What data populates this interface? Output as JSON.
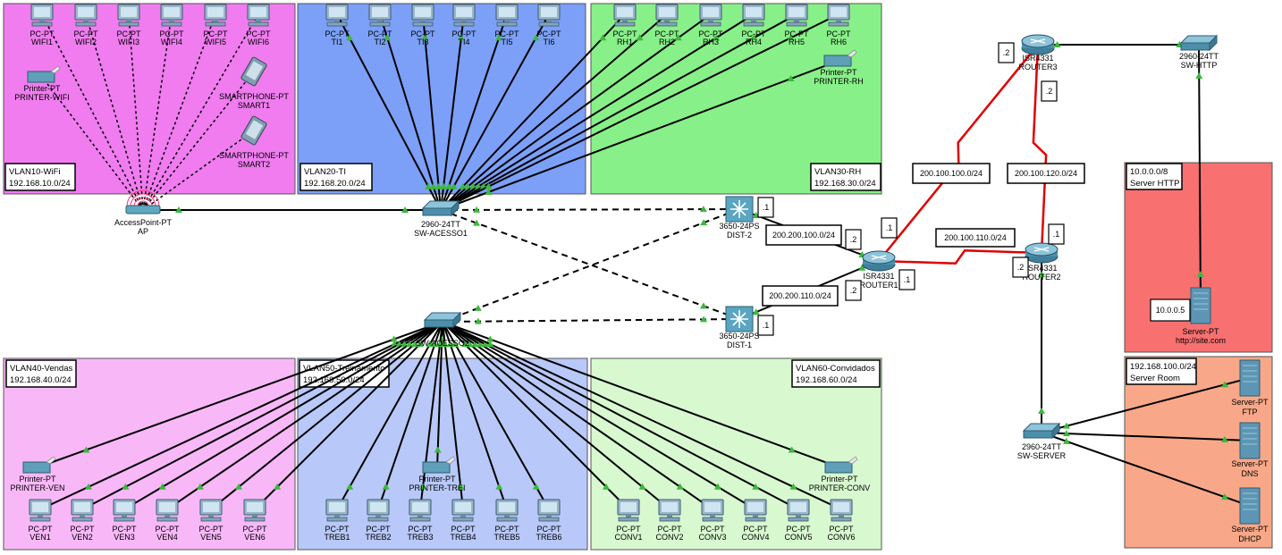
{
  "colors": {
    "vlan10": "#f07cf0",
    "vlan20": "#7ca0f8",
    "vlan30": "#88f088",
    "vlan40": "#f8b8f8",
    "vlan50": "#b8c8f8",
    "vlan60": "#d8f8d0",
    "http_zone": "#f87070",
    "server_zone": "#f8a888",
    "wan_link": "#e00000",
    "link": "#000000",
    "port_led": "#3cb83c"
  },
  "zones": [
    {
      "id": "vlan10",
      "title": "VLAN10-WiFi",
      "subnet": "192.168.10.0/24"
    },
    {
      "id": "vlan20",
      "title": "VLAN20-TI",
      "subnet": "192.168.20.0/24"
    },
    {
      "id": "vlan30",
      "title": "VLAN30-RH",
      "subnet": "192.168.30.0/24"
    },
    {
      "id": "vlan40",
      "title": "VLAN40-Vendas",
      "subnet": "192.168.40.0/24"
    },
    {
      "id": "vlan50",
      "title": "VLAN50-Treinamento",
      "subnet": "192.168.50.0/24"
    },
    {
      "id": "vlan60",
      "title": "VLAN60-Convidados",
      "subnet": "192.168.60.0/24"
    },
    {
      "id": "http",
      "title": "10.0.0.0/8",
      "subnet": "Server HTTP"
    },
    {
      "id": "server",
      "title": "192.168.100.0/24",
      "subnet": "Server Room"
    }
  ],
  "devices": [
    {
      "id": "wifi1",
      "type": "pc",
      "model": "PC-PT",
      "name": "WIFI1"
    },
    {
      "id": "wifi2",
      "type": "pc",
      "model": "PC-PT",
      "name": "WIFI2"
    },
    {
      "id": "wifi3",
      "type": "pc",
      "model": "PC-PT",
      "name": "WIFI3"
    },
    {
      "id": "wifi4",
      "type": "pc",
      "model": "PC-PT",
      "name": "WIFI4"
    },
    {
      "id": "wifi5",
      "type": "pc",
      "model": "PC-PT",
      "name": "WIFI5"
    },
    {
      "id": "wifi6",
      "type": "pc",
      "model": "PC-PT",
      "name": "WIFI6"
    },
    {
      "id": "printer_wifi",
      "type": "printer",
      "model": "Printer-PT",
      "name": "PRINTER-WIFI"
    },
    {
      "id": "smart1",
      "type": "phone",
      "model": "SMARTPHONE-PT",
      "name": "SMART1"
    },
    {
      "id": "smart2",
      "type": "phone",
      "model": "SMARTPHONE-PT",
      "name": "SMART2"
    },
    {
      "id": "ap",
      "type": "ap",
      "model": "AccessPoint-PT",
      "name": "AP"
    },
    {
      "id": "ti1",
      "type": "pc",
      "model": "PC-PT",
      "name": "TI1"
    },
    {
      "id": "ti2",
      "type": "pc",
      "model": "PC-PT",
      "name": "TI2"
    },
    {
      "id": "ti3",
      "type": "pc",
      "model": "PC-PT",
      "name": "TI3"
    },
    {
      "id": "ti4",
      "type": "pc",
      "model": "PC-PT",
      "name": "TI4"
    },
    {
      "id": "ti5",
      "type": "pc",
      "model": "PC-PT",
      "name": "TI5"
    },
    {
      "id": "ti6",
      "type": "pc",
      "model": "PC-PT",
      "name": "TI6"
    },
    {
      "id": "rh1",
      "type": "pc",
      "model": "PC-PT",
      "name": "RH1"
    },
    {
      "id": "rh2",
      "type": "pc",
      "model": "PC-PT",
      "name": "RH2"
    },
    {
      "id": "rh3",
      "type": "pc",
      "model": "PC-PT",
      "name": "RH3"
    },
    {
      "id": "rh4",
      "type": "pc",
      "model": "PC-PT",
      "name": "RH4"
    },
    {
      "id": "rh5",
      "type": "pc",
      "model": "PC-PT",
      "name": "RH5"
    },
    {
      "id": "rh6",
      "type": "pc",
      "model": "PC-PT",
      "name": "RH6"
    },
    {
      "id": "printer_rh",
      "type": "printer",
      "model": "Printer-PT",
      "name": "PRINTER-RH"
    },
    {
      "id": "sw_acesso1",
      "type": "switch",
      "model": "2960-24TT",
      "name": "SW-ACESSO1"
    },
    {
      "id": "sw_acesso2",
      "type": "switch",
      "model": "",
      "name": "SW-ACESSO2"
    },
    {
      "id": "dist2",
      "type": "l3switch",
      "model": "3650-24PS",
      "name": "DIST-2"
    },
    {
      "id": "dist1",
      "type": "l3switch",
      "model": "3650-24PS",
      "name": "DIST-1"
    },
    {
      "id": "router1",
      "type": "router",
      "model": "ISR4331",
      "name": "ROUTER1"
    },
    {
      "id": "router2",
      "type": "router",
      "model": "ISR4331",
      "name": "ROUTER2"
    },
    {
      "id": "router3",
      "type": "router",
      "model": "ISR4331",
      "name": "ROUTER3"
    },
    {
      "id": "sw_http",
      "type": "switch",
      "model": "2960-24TT",
      "name": "SW-HTTP"
    },
    {
      "id": "server_http",
      "type": "server",
      "model": "Server-PT",
      "name": "http://site.com"
    },
    {
      "id": "sw_server",
      "type": "switch",
      "model": "2960-24TT",
      "name": "SW-SERVER"
    },
    {
      "id": "ftp",
      "type": "server",
      "model": "Server-PT",
      "name": "FTP"
    },
    {
      "id": "dns",
      "type": "server",
      "model": "Server-PT",
      "name": "DNS"
    },
    {
      "id": "dhcp",
      "type": "server",
      "model": "Server-PT",
      "name": "DHCP"
    },
    {
      "id": "ven1",
      "type": "pc",
      "model": "PC-PT",
      "name": "VEN1"
    },
    {
      "id": "ven2",
      "type": "pc",
      "model": "PC-PT",
      "name": "VEN2"
    },
    {
      "id": "ven3",
      "type": "pc",
      "model": "PC-PT",
      "name": "VEN3"
    },
    {
      "id": "ven4",
      "type": "pc",
      "model": "PC-PT",
      "name": "VEN4"
    },
    {
      "id": "ven5",
      "type": "pc",
      "model": "PC-PT",
      "name": "VEN5"
    },
    {
      "id": "ven6",
      "type": "pc",
      "model": "PC-PT",
      "name": "VEN6"
    },
    {
      "id": "printer_ven",
      "type": "printer",
      "model": "Printer-PT",
      "name": "PRINTER-VEN"
    },
    {
      "id": "treb1",
      "type": "pc",
      "model": "PC-PT",
      "name": "TREB1"
    },
    {
      "id": "treb2",
      "type": "pc",
      "model": "PC-PT",
      "name": "TREB2"
    },
    {
      "id": "treb3",
      "type": "pc",
      "model": "PC-PT",
      "name": "TREB3"
    },
    {
      "id": "treb4",
      "type": "pc",
      "model": "PC-PT",
      "name": "TREB4"
    },
    {
      "id": "treb5",
      "type": "pc",
      "model": "PC-PT",
      "name": "TREB5"
    },
    {
      "id": "treb6",
      "type": "pc",
      "model": "PC-PT",
      "name": "TREB6"
    },
    {
      "id": "printer_trei",
      "type": "printer",
      "model": "Printer-PT",
      "name": "PRINTER-TREI"
    },
    {
      "id": "conv1",
      "type": "pc",
      "model": "PC-PT",
      "name": "CONV1"
    },
    {
      "id": "conv2",
      "type": "pc",
      "model": "PC-PT",
      "name": "CONV2"
    },
    {
      "id": "conv3",
      "type": "pc",
      "model": "PC-PT",
      "name": "CONV3"
    },
    {
      "id": "conv4",
      "type": "pc",
      "model": "PC-PT",
      "name": "CONV4"
    },
    {
      "id": "conv5",
      "type": "pc",
      "model": "PC-PT",
      "name": "CONV5"
    },
    {
      "id": "conv6",
      "type": "pc",
      "model": "PC-PT",
      "name": "CONV6"
    },
    {
      "id": "printer_conv",
      "type": "printer",
      "model": "Printer-PT",
      "name": "PRINTER-CONV"
    }
  ],
  "network_labels": [
    {
      "id": "net_r1_r3",
      "text": "200.100.100.0/24"
    },
    {
      "id": "net_r3_r2",
      "text": "200.100.120.0/24"
    },
    {
      "id": "net_r1_r2",
      "text": "200.100.110.0/24"
    },
    {
      "id": "net_d2_r1",
      "text": "200.200.100.0/24"
    },
    {
      "id": "net_d1_r1",
      "text": "200.200.110.0/24"
    }
  ],
  "ip_tags": [
    {
      "id": "r3_left",
      "text": ".2"
    },
    {
      "id": "r3_down",
      "text": ".2"
    },
    {
      "id": "r1_up",
      "text": ".1"
    },
    {
      "id": "r1_right",
      "text": ".1"
    },
    {
      "id": "r1_d2",
      "text": ".2"
    },
    {
      "id": "r1_d1",
      "text": ".2"
    },
    {
      "id": "d2_tag",
      "text": ".1"
    },
    {
      "id": "d1_tag",
      "text": ".1"
    },
    {
      "id": "r2_up",
      "text": ".1"
    },
    {
      "id": "r2_left",
      "text": ".2"
    },
    {
      "id": "http_srv",
      "text": "10.0.0.5"
    }
  ],
  "links": [
    [
      "ap",
      "sw_acesso1",
      "solid"
    ],
    [
      "sw_acesso1",
      "dist2",
      "dashed"
    ],
    [
      "sw_acesso1",
      "dist1",
      "dashed"
    ],
    [
      "sw_acesso2",
      "dist2",
      "dashed"
    ],
    [
      "sw_acesso2",
      "dist1",
      "dashed"
    ],
    [
      "dist2",
      "router1",
      "solid"
    ],
    [
      "dist1",
      "router1",
      "solid"
    ],
    [
      "router1",
      "router3",
      "wan"
    ],
    [
      "router3",
      "router2",
      "wan"
    ],
    [
      "router1",
      "router2",
      "wan"
    ],
    [
      "router3",
      "sw_http",
      "solid"
    ],
    [
      "sw_http",
      "server_http",
      "solid"
    ],
    [
      "router2",
      "sw_server",
      "solid"
    ],
    [
      "sw_server",
      "ftp",
      "solid"
    ],
    [
      "sw_server",
      "dns",
      "solid"
    ],
    [
      "sw_server",
      "dhcp",
      "solid"
    ],
    [
      "ap",
      "wifi1",
      "wireless"
    ],
    [
      "ap",
      "wifi2",
      "wireless"
    ],
    [
      "ap",
      "wifi3",
      "wireless"
    ],
    [
      "ap",
      "wifi4",
      "wireless"
    ],
    [
      "ap",
      "wifi5",
      "wireless"
    ],
    [
      "ap",
      "wifi6",
      "wireless"
    ],
    [
      "ap",
      "printer_wifi",
      "wireless"
    ],
    [
      "ap",
      "smart1",
      "wireless"
    ],
    [
      "ap",
      "smart2",
      "wireless"
    ],
    [
      "sw_acesso1",
      "ti1",
      "solid"
    ],
    [
      "sw_acesso1",
      "ti2",
      "solid"
    ],
    [
      "sw_acesso1",
      "ti3",
      "solid"
    ],
    [
      "sw_acesso1",
      "ti4",
      "solid"
    ],
    [
      "sw_acesso1",
      "ti5",
      "solid"
    ],
    [
      "sw_acesso1",
      "ti6",
      "solid"
    ],
    [
      "sw_acesso1",
      "rh1",
      "solid"
    ],
    [
      "sw_acesso1",
      "rh2",
      "solid"
    ],
    [
      "sw_acesso1",
      "rh3",
      "solid"
    ],
    [
      "sw_acesso1",
      "rh4",
      "solid"
    ],
    [
      "sw_acesso1",
      "rh5",
      "solid"
    ],
    [
      "sw_acesso1",
      "rh6",
      "solid"
    ],
    [
      "sw_acesso1",
      "printer_rh",
      "solid"
    ],
    [
      "sw_acesso2",
      "printer_ven",
      "solid"
    ],
    [
      "sw_acesso2",
      "ven1",
      "solid"
    ],
    [
      "sw_acesso2",
      "ven2",
      "solid"
    ],
    [
      "sw_acesso2",
      "ven3",
      "solid"
    ],
    [
      "sw_acesso2",
      "ven4",
      "solid"
    ],
    [
      "sw_acesso2",
      "ven5",
      "solid"
    ],
    [
      "sw_acesso2",
      "ven6",
      "solid"
    ],
    [
      "sw_acesso2",
      "treb1",
      "solid"
    ],
    [
      "sw_acesso2",
      "treb2",
      "solid"
    ],
    [
      "sw_acesso2",
      "printer_trei",
      "solid"
    ],
    [
      "sw_acesso2",
      "treb3",
      "solid"
    ],
    [
      "sw_acesso2",
      "treb4",
      "solid"
    ],
    [
      "sw_acesso2",
      "treb5",
      "solid"
    ],
    [
      "sw_acesso2",
      "treb6",
      "solid"
    ],
    [
      "sw_acesso2",
      "conv1",
      "solid"
    ],
    [
      "sw_acesso2",
      "conv2",
      "solid"
    ],
    [
      "sw_acesso2",
      "conv3",
      "solid"
    ],
    [
      "sw_acesso2",
      "conv4",
      "solid"
    ],
    [
      "sw_acesso2",
      "conv5",
      "solid"
    ],
    [
      "sw_acesso2",
      "conv6",
      "solid"
    ],
    [
      "sw_acesso2",
      "printer_conv",
      "solid"
    ]
  ]
}
